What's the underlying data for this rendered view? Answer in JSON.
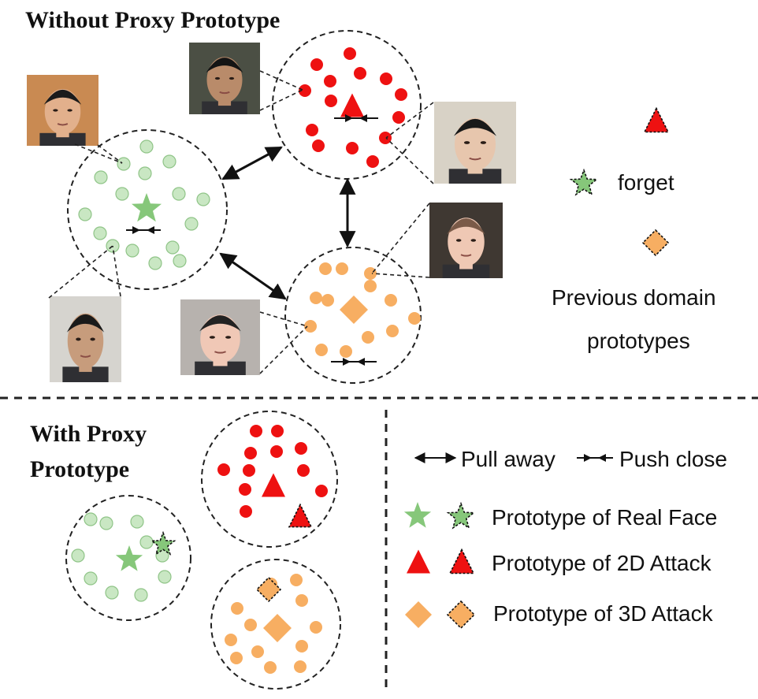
{
  "titles": {
    "without": "Without Proxy Prototype",
    "with_line1": "With Proxy",
    "with_line2": "Prototype"
  },
  "side_legend": {
    "forget": "forget",
    "previous_line1": "Previous domain",
    "previous_line2": "prototypes"
  },
  "legend": {
    "pull_away": "Pull away",
    "push_close": "Push close",
    "real_face": "Prototype of Real Face",
    "attack_2d": "Prototype of 2D Attack",
    "attack_3d": "Prototype of 3D Attack"
  },
  "colors": {
    "real": "#c9e7c3",
    "real_stroke": "#8fc487",
    "real_star": "#86c77a",
    "attack2d": "#ee1111",
    "attack3d": "#f7ae62",
    "line": "#111111"
  },
  "icons": [
    "star-icon",
    "triangle-icon",
    "diamond-icon",
    "double-arrow-icon",
    "converging-arrow-icon",
    "face-photo-icon"
  ]
}
